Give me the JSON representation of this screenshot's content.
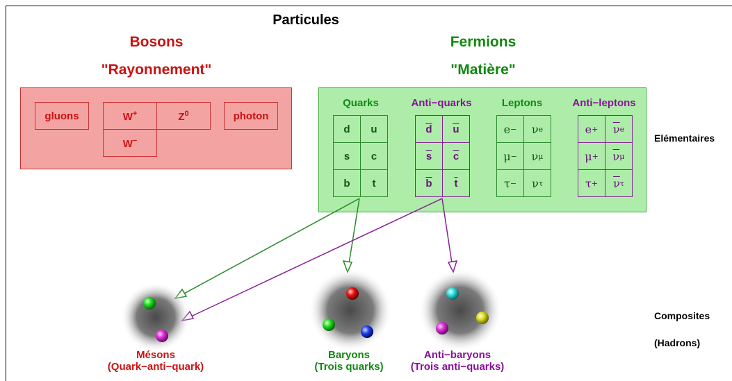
{
  "title": "Particules",
  "bosons": {
    "heading": "Bosons",
    "subheading": "\"Rayonnement\"",
    "cells": {
      "gluons": "gluons",
      "w_plus": "W",
      "w_plus_sup": "+",
      "z": "Z",
      "z_sup": "0",
      "photon": "photon",
      "w_minus": "W",
      "w_minus_sup": "−"
    }
  },
  "fermions": {
    "heading": "Fermions",
    "subheading": "\"Matière\"",
    "groups": {
      "quarks": {
        "title": "Quarks",
        "cells": [
          "d",
          "u",
          "s",
          "c",
          "b",
          "t"
        ]
      },
      "antiquarks": {
        "title": "Anti−quarks",
        "cells": [
          "d",
          "u",
          "s",
          "c",
          "b",
          "t"
        ]
      },
      "leptons": {
        "title": "Leptons",
        "rows": [
          {
            "lepton": "e",
            "lepton_sup": "−",
            "neutrino": "ν",
            "neutrino_sub": "e"
          },
          {
            "lepton": "μ",
            "lepton_sup": "−",
            "neutrino": "ν",
            "neutrino_sub": "μ"
          },
          {
            "lepton": "τ",
            "lepton_sup": "−",
            "neutrino": "ν",
            "neutrino_sub": "τ"
          }
        ]
      },
      "antileptons": {
        "title": "Anti−leptons",
        "rows": [
          {
            "lepton": "e",
            "lepton_sup": "+",
            "neutrino": "ν",
            "neutrino_sub": "e"
          },
          {
            "lepton": "μ",
            "lepton_sup": "+",
            "neutrino": "ν",
            "neutrino_sub": "μ"
          },
          {
            "lepton": "τ",
            "lepton_sup": "+",
            "neutrino": "ν",
            "neutrino_sub": "τ"
          }
        ]
      }
    }
  },
  "side_labels": {
    "elementary": "Elémentaires",
    "composites": "Composites",
    "hadrons": "(Hadrons)"
  },
  "hadrons": {
    "mesons": {
      "name": "Mésons",
      "desc": "(Quark−anti−quark)"
    },
    "baryons": {
      "name": "Baryons",
      "desc": "(Trois quarks)"
    },
    "antibaryons": {
      "name": "Anti−baryons",
      "desc": "(Trois anti−quarks)"
    }
  },
  "colors": {
    "boson_fill": "#f4a3a3",
    "fermion_fill": "#aeeda9",
    "arrow_green": "#2a8a2a",
    "arrow_purple": "#8a2299",
    "red_text": "#cc1111",
    "green_text": "#118811",
    "purple_text": "#881199"
  }
}
